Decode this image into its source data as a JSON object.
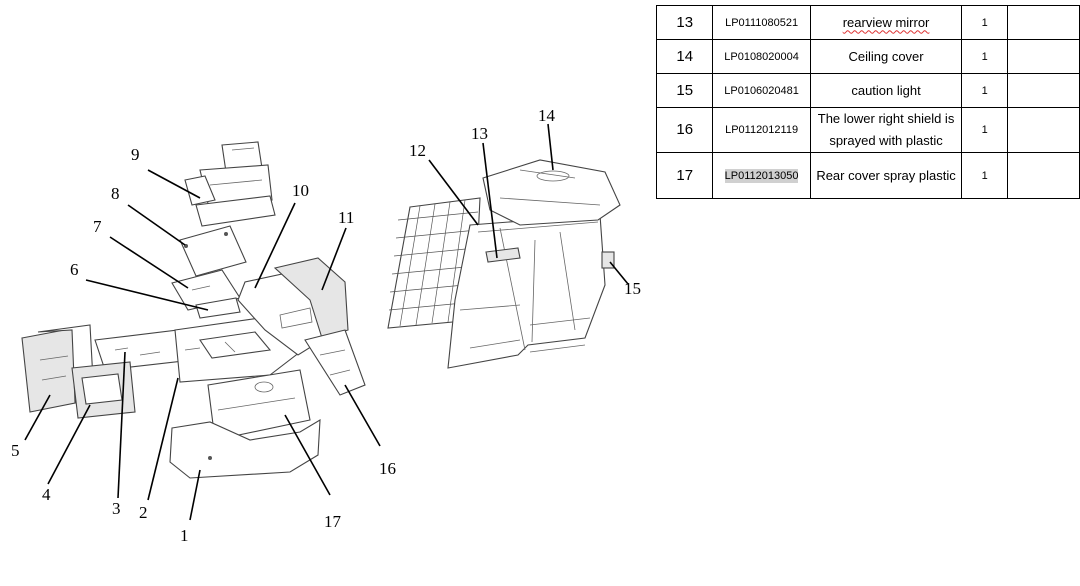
{
  "diagram": {
    "callouts": [
      "1",
      "2",
      "3",
      "4",
      "5",
      "6",
      "7",
      "8",
      "9",
      "10",
      "11",
      "12",
      "13",
      "14",
      "15",
      "16",
      "17"
    ]
  },
  "parts_table": {
    "rows": [
      {
        "no": "13",
        "code": "LP0111080521",
        "name": "rearview mirror",
        "qty": "1",
        "note": ""
      },
      {
        "no": "14",
        "code": "LP0108020004",
        "name": "Ceiling cover",
        "qty": "1",
        "note": ""
      },
      {
        "no": "15",
        "code": "LP0106020481",
        "name": "caution light",
        "qty": "1",
        "note": ""
      },
      {
        "no": "16",
        "code": "LP0112012119",
        "name": "The lower right shield is sprayed with plastic",
        "qty": "1",
        "note": ""
      },
      {
        "no": "17",
        "code": "LP0112013050",
        "name": "Rear cover spray plastic",
        "qty": "1",
        "note": ""
      }
    ]
  }
}
